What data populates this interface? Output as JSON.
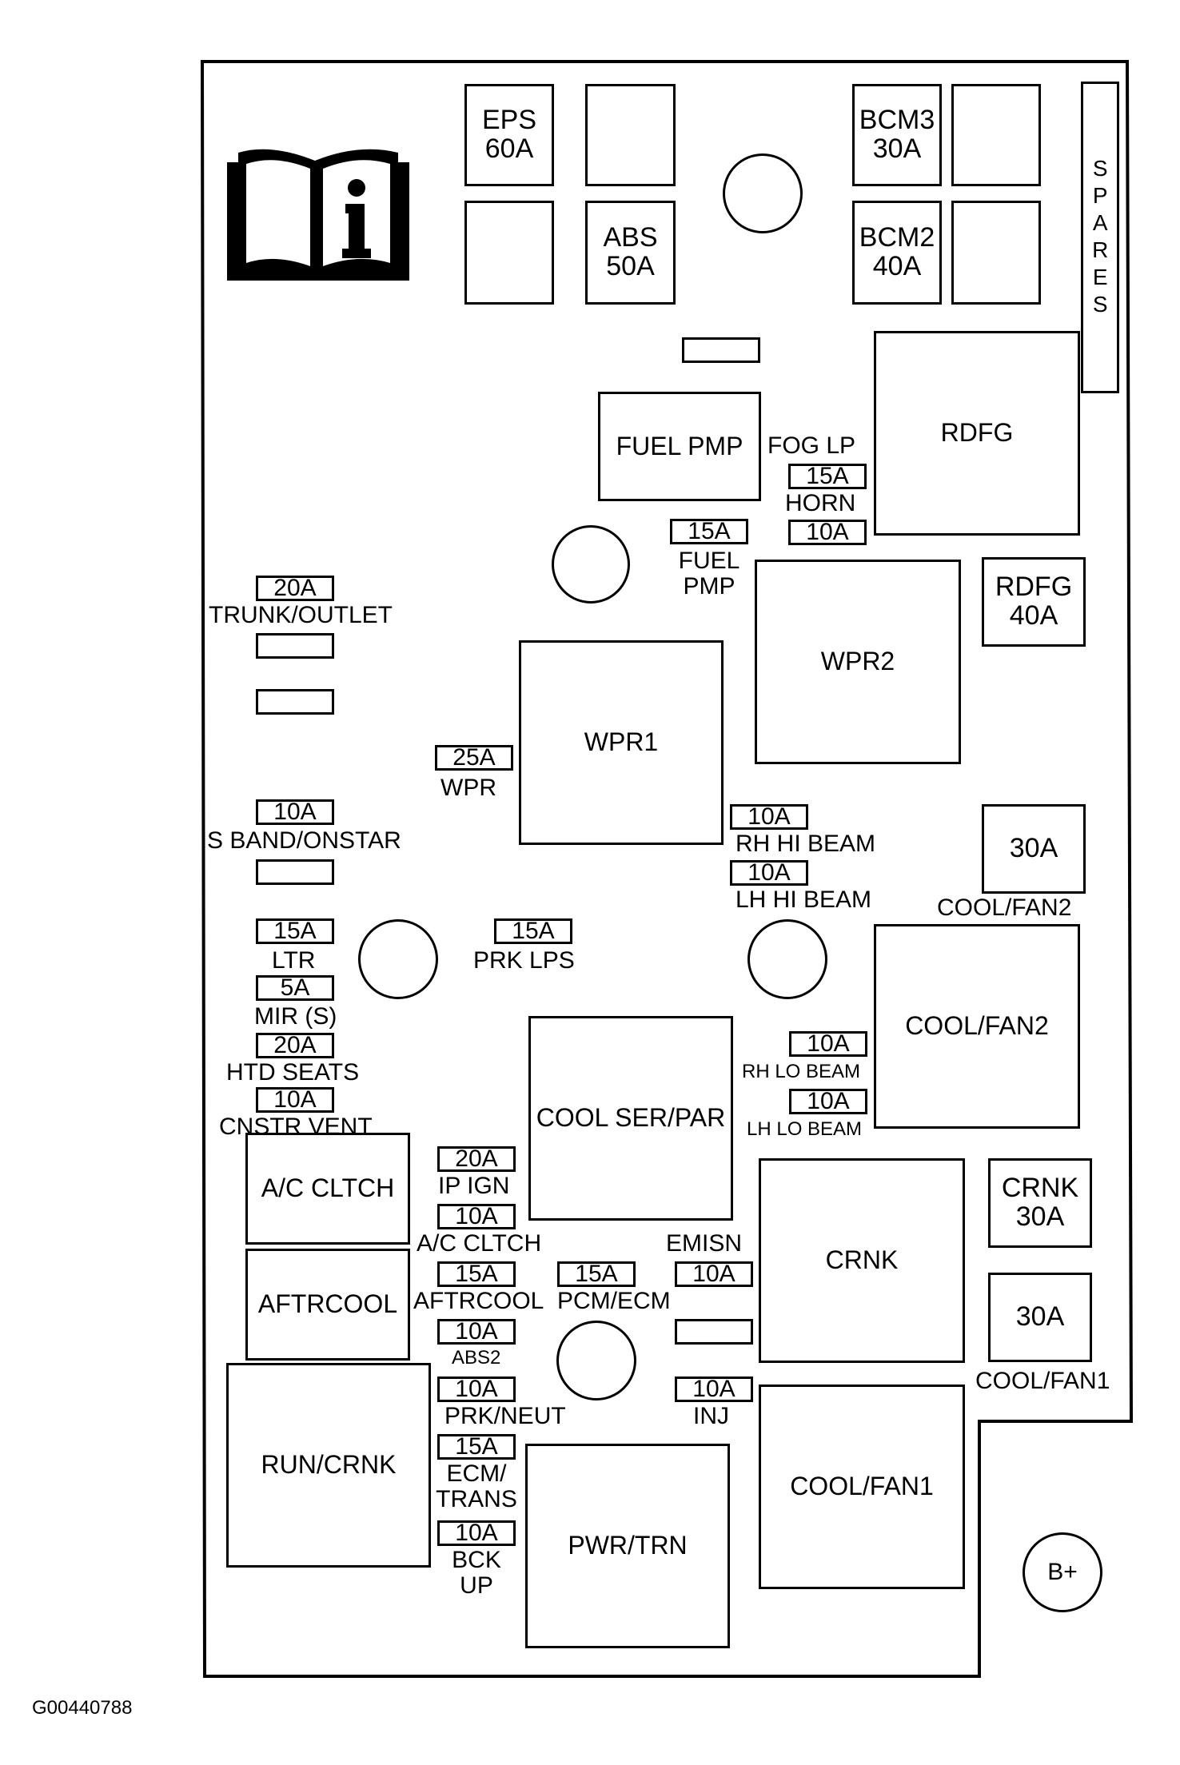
{
  "info_icon": "book-info-icon",
  "spares_label": "SPARES",
  "figure_id": "G00440788",
  "top_fuses": {
    "eps": [
      "EPS",
      "60A"
    ],
    "abs": [
      "ABS",
      "50A"
    ],
    "bcm3": [
      "BCM3",
      "30A"
    ],
    "bcm2": [
      "BCM2",
      "40A"
    ]
  },
  "relays": {
    "fuel_pmp": "FUEL PMP",
    "rdfg": "RDFG",
    "wpr1": "WPR1",
    "wpr2": "WPR2",
    "cool_ser_par": "COOL SER/PAR",
    "cool_fan2": "COOL/FAN2",
    "crnk": "CRNK",
    "cool_fan1": "COOL/FAN1",
    "ac_cltch": "A/C CLTCH",
    "aftrcool": "AFTRCOOL",
    "run_crnk": "RUN/CRNK",
    "pwr_trn": "PWR/TRN"
  },
  "maxi_fuses": {
    "rdfg_40a": [
      "RDFG",
      "40A"
    ],
    "cool_fan2_30a": "30A",
    "cool_fan2_label": "COOL/FAN2",
    "crnk_30a": [
      "CRNK",
      "30A"
    ],
    "cool_fan1_30a": "30A",
    "cool_fan1_label": "COOL/FAN1"
  },
  "mini_fuses": {
    "fog_lp": {
      "rating": "15A",
      "label": "FOG LP"
    },
    "horn": {
      "rating": "10A",
      "label": "HORN"
    },
    "fuel_pmp": {
      "rating": "15A",
      "label": [
        "FUEL",
        "PMP"
      ]
    },
    "trunk_outlet": {
      "rating": "20A",
      "label": "TRUNK/OUTLET"
    },
    "wpr": {
      "rating": "25A",
      "label": "WPR"
    },
    "s_band_onstar": {
      "rating": "10A",
      "label": "S BAND/ONSTAR"
    },
    "rh_hi_beam": {
      "rating": "10A",
      "label": "RH HI BEAM"
    },
    "lh_hi_beam": {
      "rating": "10A",
      "label": "LH HI BEAM"
    },
    "ltr": {
      "rating": "15A",
      "label": "LTR"
    },
    "prk_lps": {
      "rating": "15A",
      "label": "PRK LPS"
    },
    "mir_s": {
      "rating": "5A",
      "label": "MIR (S)"
    },
    "htd_seats": {
      "rating": "20A",
      "label": "HTD SEATS"
    },
    "cnstr_vent": {
      "rating": "10A",
      "label": "CNSTR VENT"
    },
    "rh_lo_beam": {
      "rating": "10A",
      "label": "RH LO BEAM"
    },
    "lh_lo_beam": {
      "rating": "10A",
      "label": "LH LO BEAM"
    },
    "ip_ign": {
      "rating": "20A",
      "label": "IP IGN"
    },
    "ac_cltch": {
      "rating": "10A",
      "label": "A/C CLTCH"
    },
    "aftrcool": {
      "rating": "15A",
      "label": "AFTRCOOL"
    },
    "pcm_ecm": {
      "rating": "15A",
      "label": "PCM/ECM"
    },
    "emisn": {
      "rating": "10A",
      "label": "EMISN"
    },
    "abs2": {
      "rating": "10A",
      "label": "ABS2"
    },
    "prk_neut": {
      "rating": "10A",
      "label": "PRK/NEUT"
    },
    "inj": {
      "rating": "10A",
      "label": "INJ"
    },
    "ecm_trans": {
      "rating": "15A",
      "label": [
        "ECM/",
        "TRANS"
      ]
    },
    "bck_up": {
      "rating": "10A",
      "label": [
        "BCK",
        "UP"
      ]
    }
  },
  "battery_terminal": "B+"
}
